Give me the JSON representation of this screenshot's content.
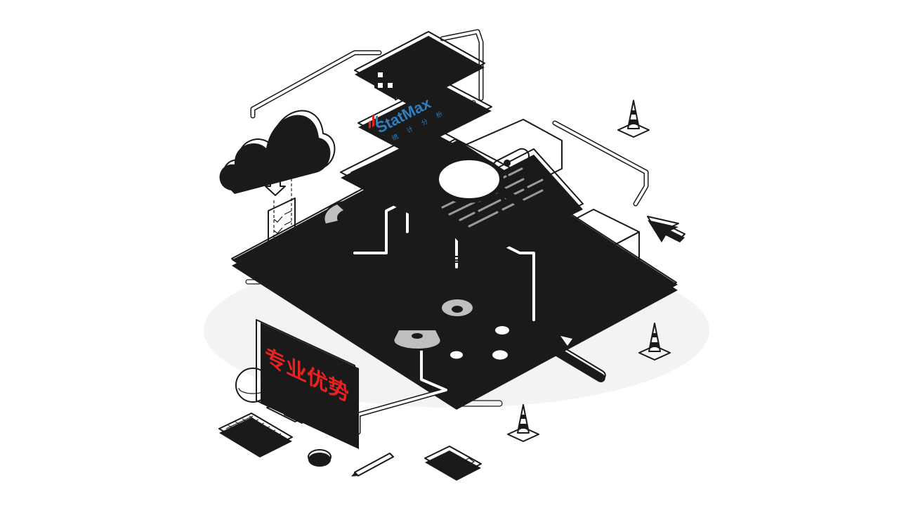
{
  "colors": {
    "ink": "#1a1a1a",
    "paper": "#ffffff",
    "shade": "#d9d9d9",
    "accent_red": "#e8231f",
    "accent_blue": "#2f7fc1"
  },
  "brand_card": {
    "title": "StatMax",
    "subtitle": "统 计 分 析"
  },
  "sign": {
    "text": "专业优势"
  },
  "icons": [
    "cloud-sync-icon",
    "rubik-cube-icon",
    "magnifier-icon",
    "gears-icon",
    "wrench-icon",
    "flask-icon",
    "traffic-cone-icon",
    "cursor-arrow-icon",
    "package-box-icon",
    "keyboard-icon",
    "mouse-icon",
    "pencil-icon",
    "chip-icon",
    "donut-chart-icon"
  ]
}
